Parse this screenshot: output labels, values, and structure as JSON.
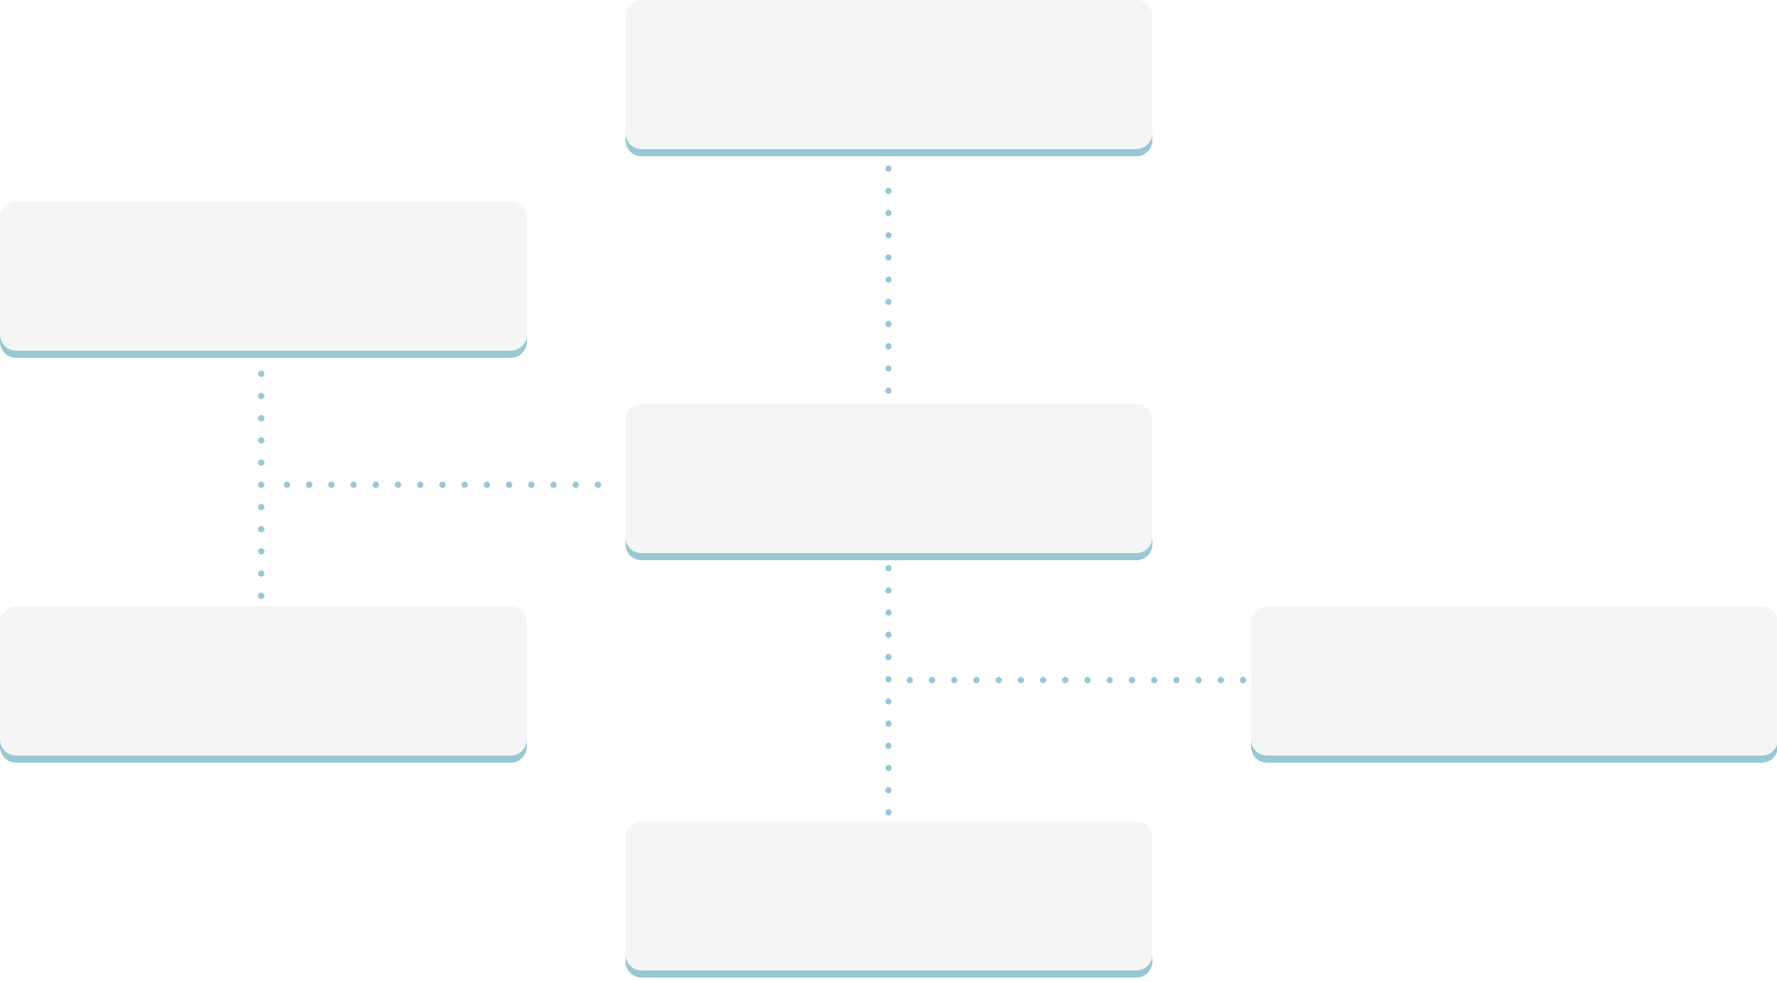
{
  "diagram": {
    "accent_color": "#97c8d3",
    "box_color": "#f5f5f5",
    "nodes": {
      "top": {
        "label": ""
      },
      "left_upper": {
        "label": ""
      },
      "center": {
        "label": ""
      },
      "left_lower": {
        "label": ""
      },
      "right": {
        "label": ""
      },
      "bottom": {
        "label": ""
      }
    },
    "edges": [
      {
        "from": "top",
        "to": "center",
        "style": "dotted"
      },
      {
        "from": "left_upper",
        "to": "left_lower",
        "style": "dotted"
      },
      {
        "from": "left_upper",
        "to": "center",
        "style": "dotted"
      },
      {
        "from": "center",
        "to": "bottom",
        "style": "dotted"
      },
      {
        "from": "center",
        "to": "right",
        "style": "dotted"
      }
    ]
  }
}
